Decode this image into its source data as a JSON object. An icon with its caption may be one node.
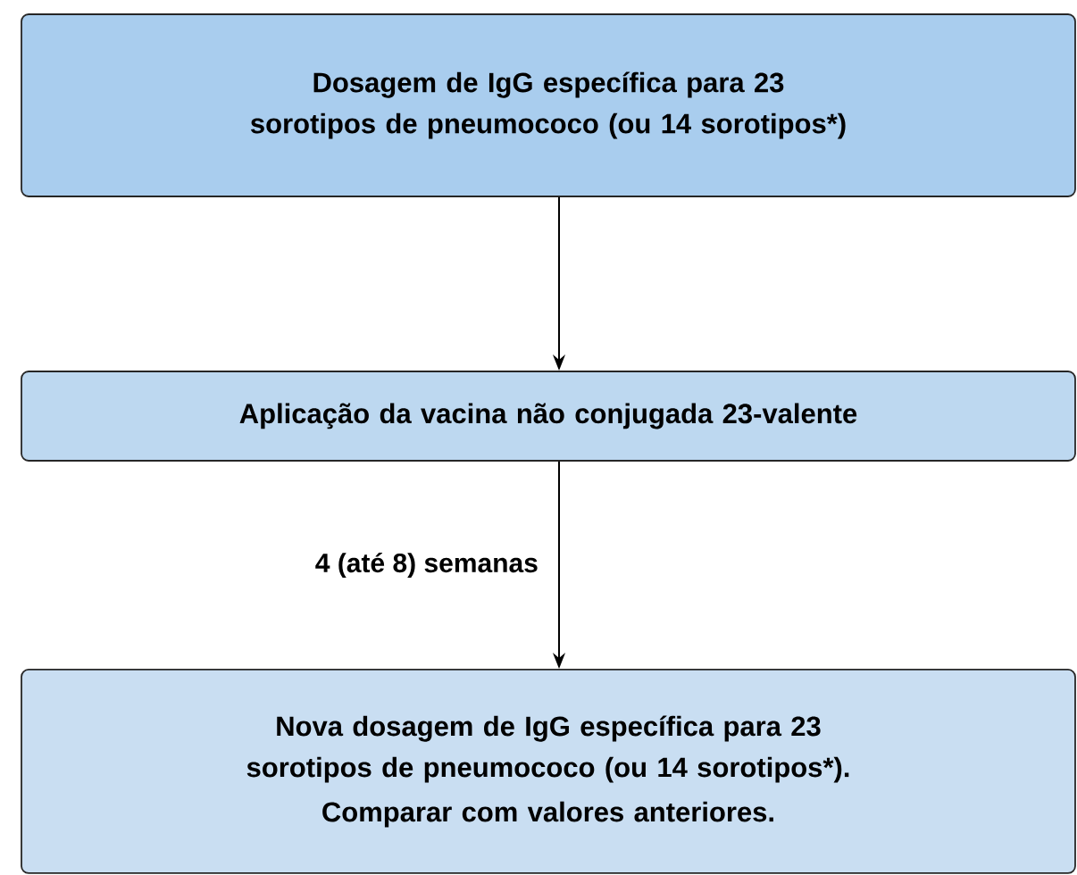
{
  "diagram": {
    "nodes": [
      {
        "text": [
          "Dosagem de IgG específica para 23 sorotipos de pneumococo (ou 14 sorotipos*)"
        ]
      },
      {
        "text": [
          "Aplicação da vacina não conjugada 23-valente"
        ]
      },
      {
        "text": [
          "Nova dosagem de IgG específica para 23 sorotipos de pneumococo (ou 14 sorotipos*).",
          "Comparar com valores anteriores."
        ]
      }
    ],
    "edges": [
      {
        "from": 0,
        "to": 1,
        "arrow": "to"
      },
      {
        "from": 1,
        "to": 2,
        "arrow": "to",
        "label": "4 (até 8) semanas"
      }
    ]
  }
}
